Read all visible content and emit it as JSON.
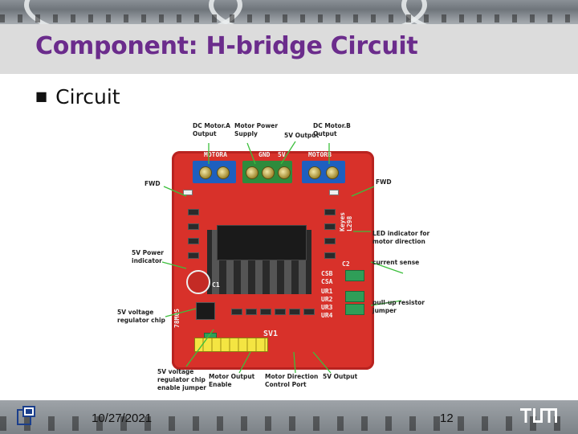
{
  "slide": {
    "title": "Component: H-bridge Circuit",
    "bullet": "Circuit",
    "footer_date": "10/27/2021",
    "page_number": "12"
  },
  "figure": {
    "labels": {
      "dc_motor_a": "DC Motor.A\nOutput",
      "motor_power": "Motor Power\nSupply",
      "five_v_output_top": "5V Output",
      "dc_motor_b": "DC Motor.B\nOutput",
      "fwd_left": "FWD",
      "fwd_right": "FWD",
      "five_v_power_indicator": "5V Power\nindicator",
      "led_indicator": "LED indicator for\nmotor direction",
      "current_sense": "current sense",
      "five_v_regulator_chip": "5V voltage\nregulator chip",
      "pull_up_resistor": "pull-up resistor\njumper",
      "regulator_enable_jumper": "5V voltage\nregulator chip\nenable jumper",
      "motor_output_enable": "Motor Output\nEnable",
      "motor_direction_port": "Motor Direction\nControl Port",
      "five_v_output_bottom": "5V Output"
    },
    "board_silkscreen": {
      "motora": "MOTORA",
      "gnd": "GND",
      "five_v": "5V",
      "motorb": "MOTORB",
      "keyes": "Keyes L298",
      "c2": "C2",
      "csb": "CSB",
      "csa": "CSA",
      "ur1": "UR1",
      "ur2": "UR2",
      "ur3": "UR3",
      "ur4": "UR4",
      "sv1": "SV1",
      "seven_eight_05": "78M05",
      "c1": "C1"
    }
  },
  "colors": {
    "title": "#6b2c8c",
    "board": "#d8312a",
    "terminal_blue": "#1e5fbf",
    "terminal_green": "#2e8b3c"
  }
}
